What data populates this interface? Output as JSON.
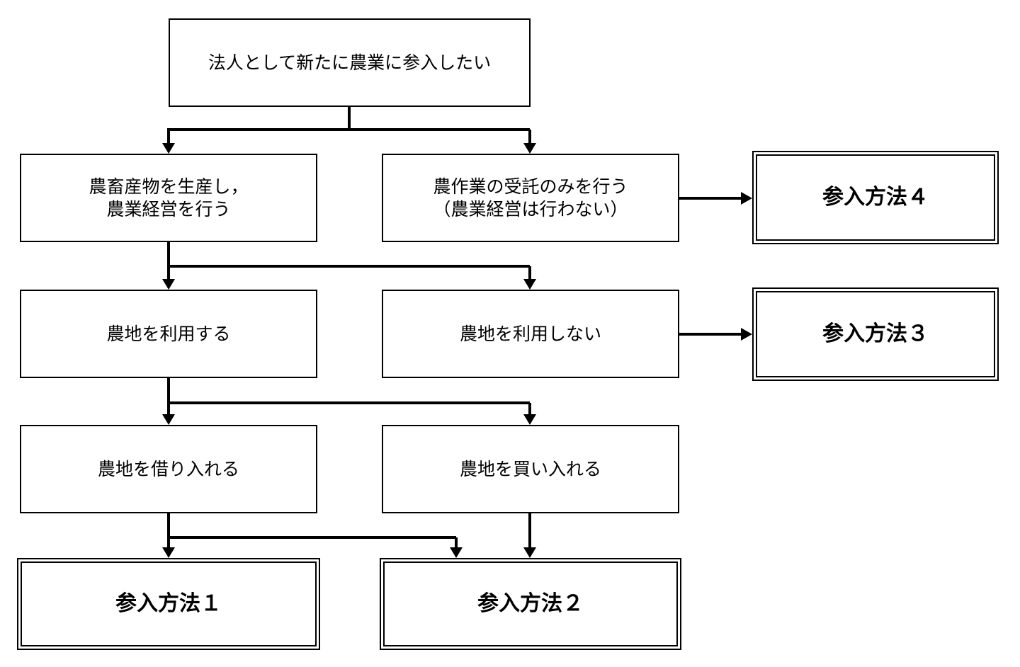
{
  "nodes": {
    "start": "法人として新たに農業に参入したい",
    "livestock_farming": "農畜産物を生産し，\n農業経営を行う",
    "contract_work_only": "農作業の受託のみを行う\n（農業経営は行わない）",
    "use_farmland": "農地を利用する",
    "no_farmland": "農地を利用しない",
    "lease_farmland": "農地を借り入れる",
    "buy_farmland": "農地を買い入れる"
  },
  "results": {
    "method_1": "参入方法１",
    "method_2": "参入方法２",
    "method_3": "参入方法３",
    "method_4": "参入方法４"
  }
}
